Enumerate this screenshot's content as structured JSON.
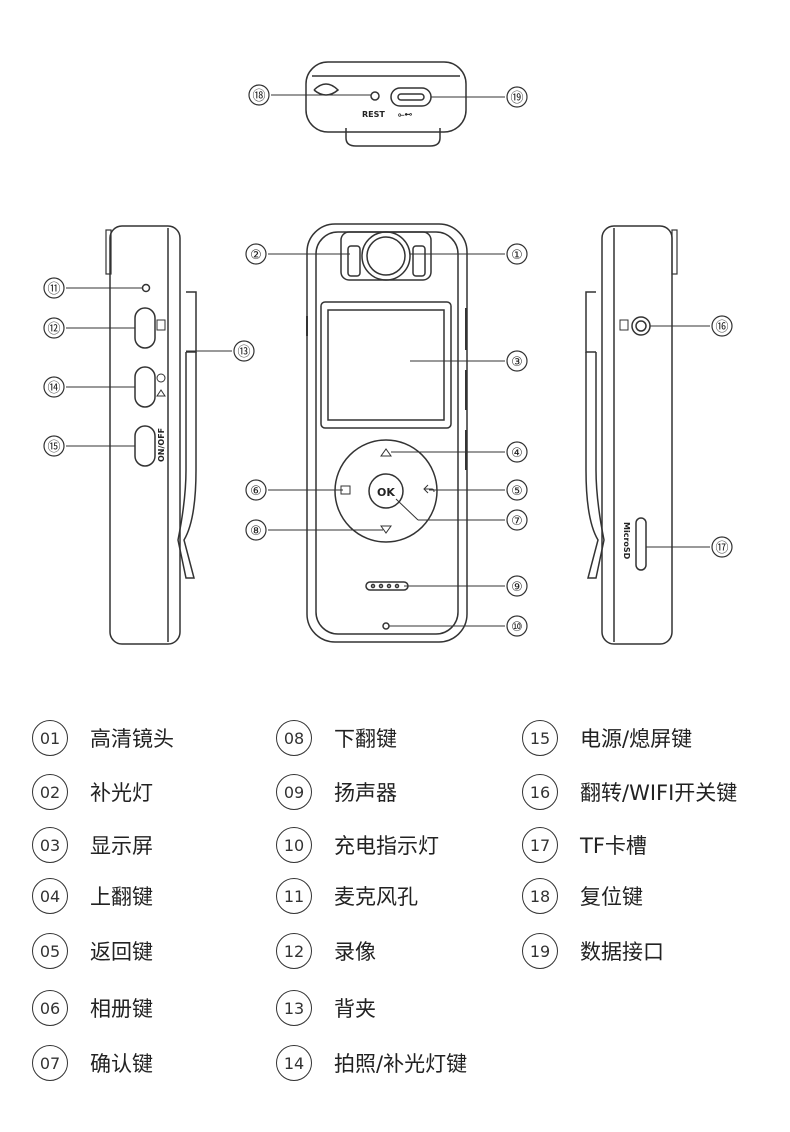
{
  "diagram": {
    "callouts": [
      "①",
      "②",
      "③",
      "④",
      "⑤",
      "⑥",
      "⑦",
      "⑧",
      "⑨",
      "⑩",
      "⑪",
      "⑫",
      "⑬",
      "⑭",
      "⑮",
      "⑯",
      "⑰",
      "⑱",
      "⑲"
    ],
    "top_view_labels": {
      "reset": "REST",
      "usb_symbol": "⟜⊷"
    },
    "front_labels": {
      "ok": "OK"
    },
    "left_side_labels": {
      "power": "ON/OFF"
    },
    "right_side_labels": {
      "sd": "MicroSD"
    }
  },
  "legend": [
    {
      "num": "01",
      "label": "高清镜头"
    },
    {
      "num": "02",
      "label": "补光灯"
    },
    {
      "num": "03",
      "label": "显示屏"
    },
    {
      "num": "04",
      "label": "上翻键"
    },
    {
      "num": "05",
      "label": "返回键"
    },
    {
      "num": "06",
      "label": "相册键"
    },
    {
      "num": "07",
      "label": "确认键"
    },
    {
      "num": "08",
      "label": "下翻键"
    },
    {
      "num": "09",
      "label": "扬声器"
    },
    {
      "num": "10",
      "label": "充电指示灯"
    },
    {
      "num": "11",
      "label": "麦克风孔"
    },
    {
      "num": "12",
      "label": "录像"
    },
    {
      "num": "13",
      "label": "背夹"
    },
    {
      "num": "14",
      "label": "拍照/补光灯键"
    },
    {
      "num": "15",
      "label": "电源/熄屏键"
    },
    {
      "num": "16",
      "label": "翻转/WIFI开关键"
    },
    {
      "num": "17",
      "label": "TF卡槽"
    },
    {
      "num": "18",
      "label": "复位键"
    },
    {
      "num": "19",
      "label": "数据接口"
    }
  ]
}
